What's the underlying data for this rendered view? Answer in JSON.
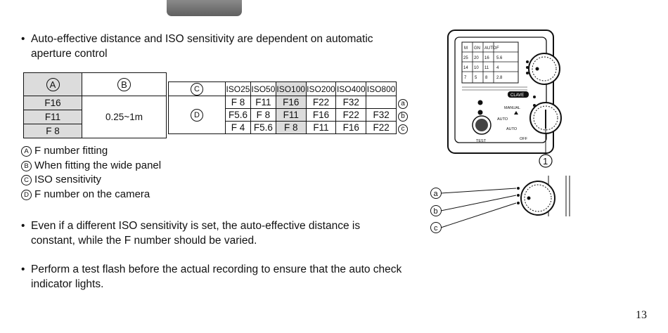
{
  "bullets": [
    "Auto-effective distance and ISO sensitivity are dependent on automatic aperture control",
    "Even if a different ISO sensitivity is set, the auto-effective distance is constant, while the F number should be varied.",
    "Perform a test flash before the actual recording to ensure that the auto check indicator lights."
  ],
  "tableA": {
    "headA": "A",
    "headB": "B",
    "fnumbers": [
      "F16",
      "F11",
      "F 8"
    ],
    "distance": "0.25~1m"
  },
  "tableB": {
    "headC": "C",
    "headD": "D",
    "iso": [
      "ISO25",
      "ISO50",
      "ISO100",
      "ISO200",
      "ISO400",
      "ISO800"
    ],
    "rows": [
      [
        "F 8",
        "F11",
        "F16",
        "F22",
        "F32",
        ""
      ],
      [
        "F5.6",
        "F 8",
        "F11",
        "F16",
        "F22",
        "F32"
      ],
      [
        "F 4",
        "F5.6",
        "F 8",
        "F11",
        "F16",
        "F22"
      ]
    ],
    "row_markers": [
      "a",
      "b",
      "c"
    ]
  },
  "legend": [
    {
      "mark": "A",
      "text": "F number fitting"
    },
    {
      "mark": "B",
      "text": "When fitting the wide panel"
    },
    {
      "mark": "C",
      "text": "ISO sensitivity"
    },
    {
      "mark": "D",
      "text": "F number on the camera"
    }
  ],
  "figure": {
    "callout": "1",
    "labels": [
      "a",
      "b",
      "c"
    ],
    "dial_labels": [
      "CLAVE",
      "MANUAL",
      "AUTO",
      "OFF",
      "TEST"
    ],
    "chart_rows": [
      [
        "M",
        "GN",
        "AUTO",
        "F"
      ],
      [
        "25",
        "20",
        "16",
        "5.6"
      ],
      [
        "14",
        "10",
        "11",
        "4"
      ],
      [
        "7",
        "5",
        "8",
        "2.8"
      ]
    ]
  },
  "page_number": "13"
}
